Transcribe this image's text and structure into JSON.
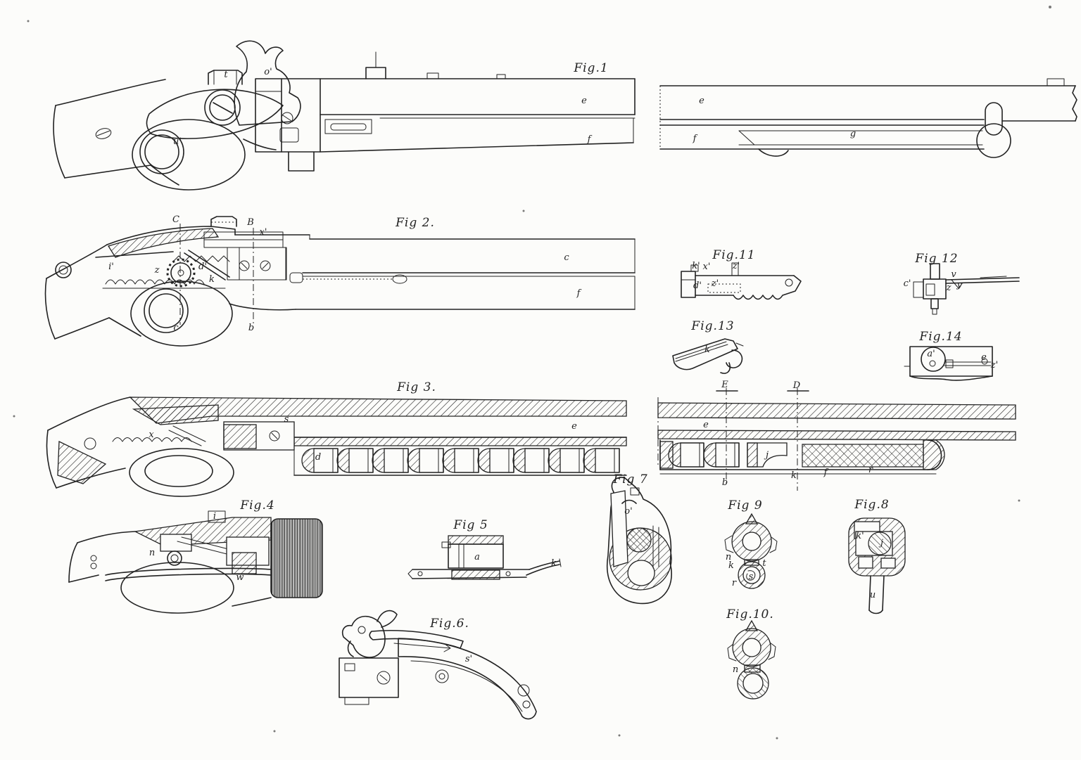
{
  "colors": {
    "paper": "#fcfcfa",
    "ink": "#222222"
  },
  "figures": [
    {
      "id": "fig1",
      "label": "Fig.1",
      "parts": [
        "t",
        "o'",
        "u'",
        "e",
        "f",
        "e",
        "f",
        "g"
      ]
    },
    {
      "id": "fig2",
      "label": "Fig 2.",
      "parts": [
        "C",
        "B",
        "x'",
        "i'",
        "z",
        "d'",
        "k",
        "c",
        "f",
        "c",
        "b"
      ]
    },
    {
      "id": "fig3",
      "label": "Fig 3.",
      "parts": [
        "s",
        "x",
        "d",
        "e",
        "E",
        "D",
        "e",
        "j",
        "b",
        "k",
        "f",
        "r"
      ]
    },
    {
      "id": "fig4",
      "label": "Fig.4",
      "parts": [
        "i",
        "n",
        "w"
      ]
    },
    {
      "id": "fig5",
      "label": "Fig 5",
      "parts": [
        "a",
        "k"
      ]
    },
    {
      "id": "fig6",
      "label": "Fig.6.",
      "parts": [
        "s'"
      ]
    },
    {
      "id": "fig7",
      "label": "Fig 7",
      "parts": [
        "o'"
      ]
    },
    {
      "id": "fig8",
      "label": "Fig.8",
      "parts": [
        "k'",
        "j",
        "u"
      ]
    },
    {
      "id": "fig9",
      "label": "Fig 9",
      "parts": [
        "n",
        "k",
        "t",
        "s",
        "r"
      ]
    },
    {
      "id": "fig10",
      "label": "Fig.10.",
      "parts": [
        "n"
      ]
    },
    {
      "id": "fig11",
      "label": "Fig.11",
      "parts": [
        "k'",
        "x'",
        "z'",
        "d'",
        "z'"
      ]
    },
    {
      "id": "fig12",
      "label": "Fig 12",
      "parts": [
        "c'",
        "v",
        "y",
        "z"
      ]
    },
    {
      "id": "fig13",
      "label": "Fig.13",
      "parts": [
        "k"
      ]
    },
    {
      "id": "fig14",
      "label": "Fig.14",
      "parts": [
        "a'",
        "e",
        "z'"
      ]
    }
  ]
}
